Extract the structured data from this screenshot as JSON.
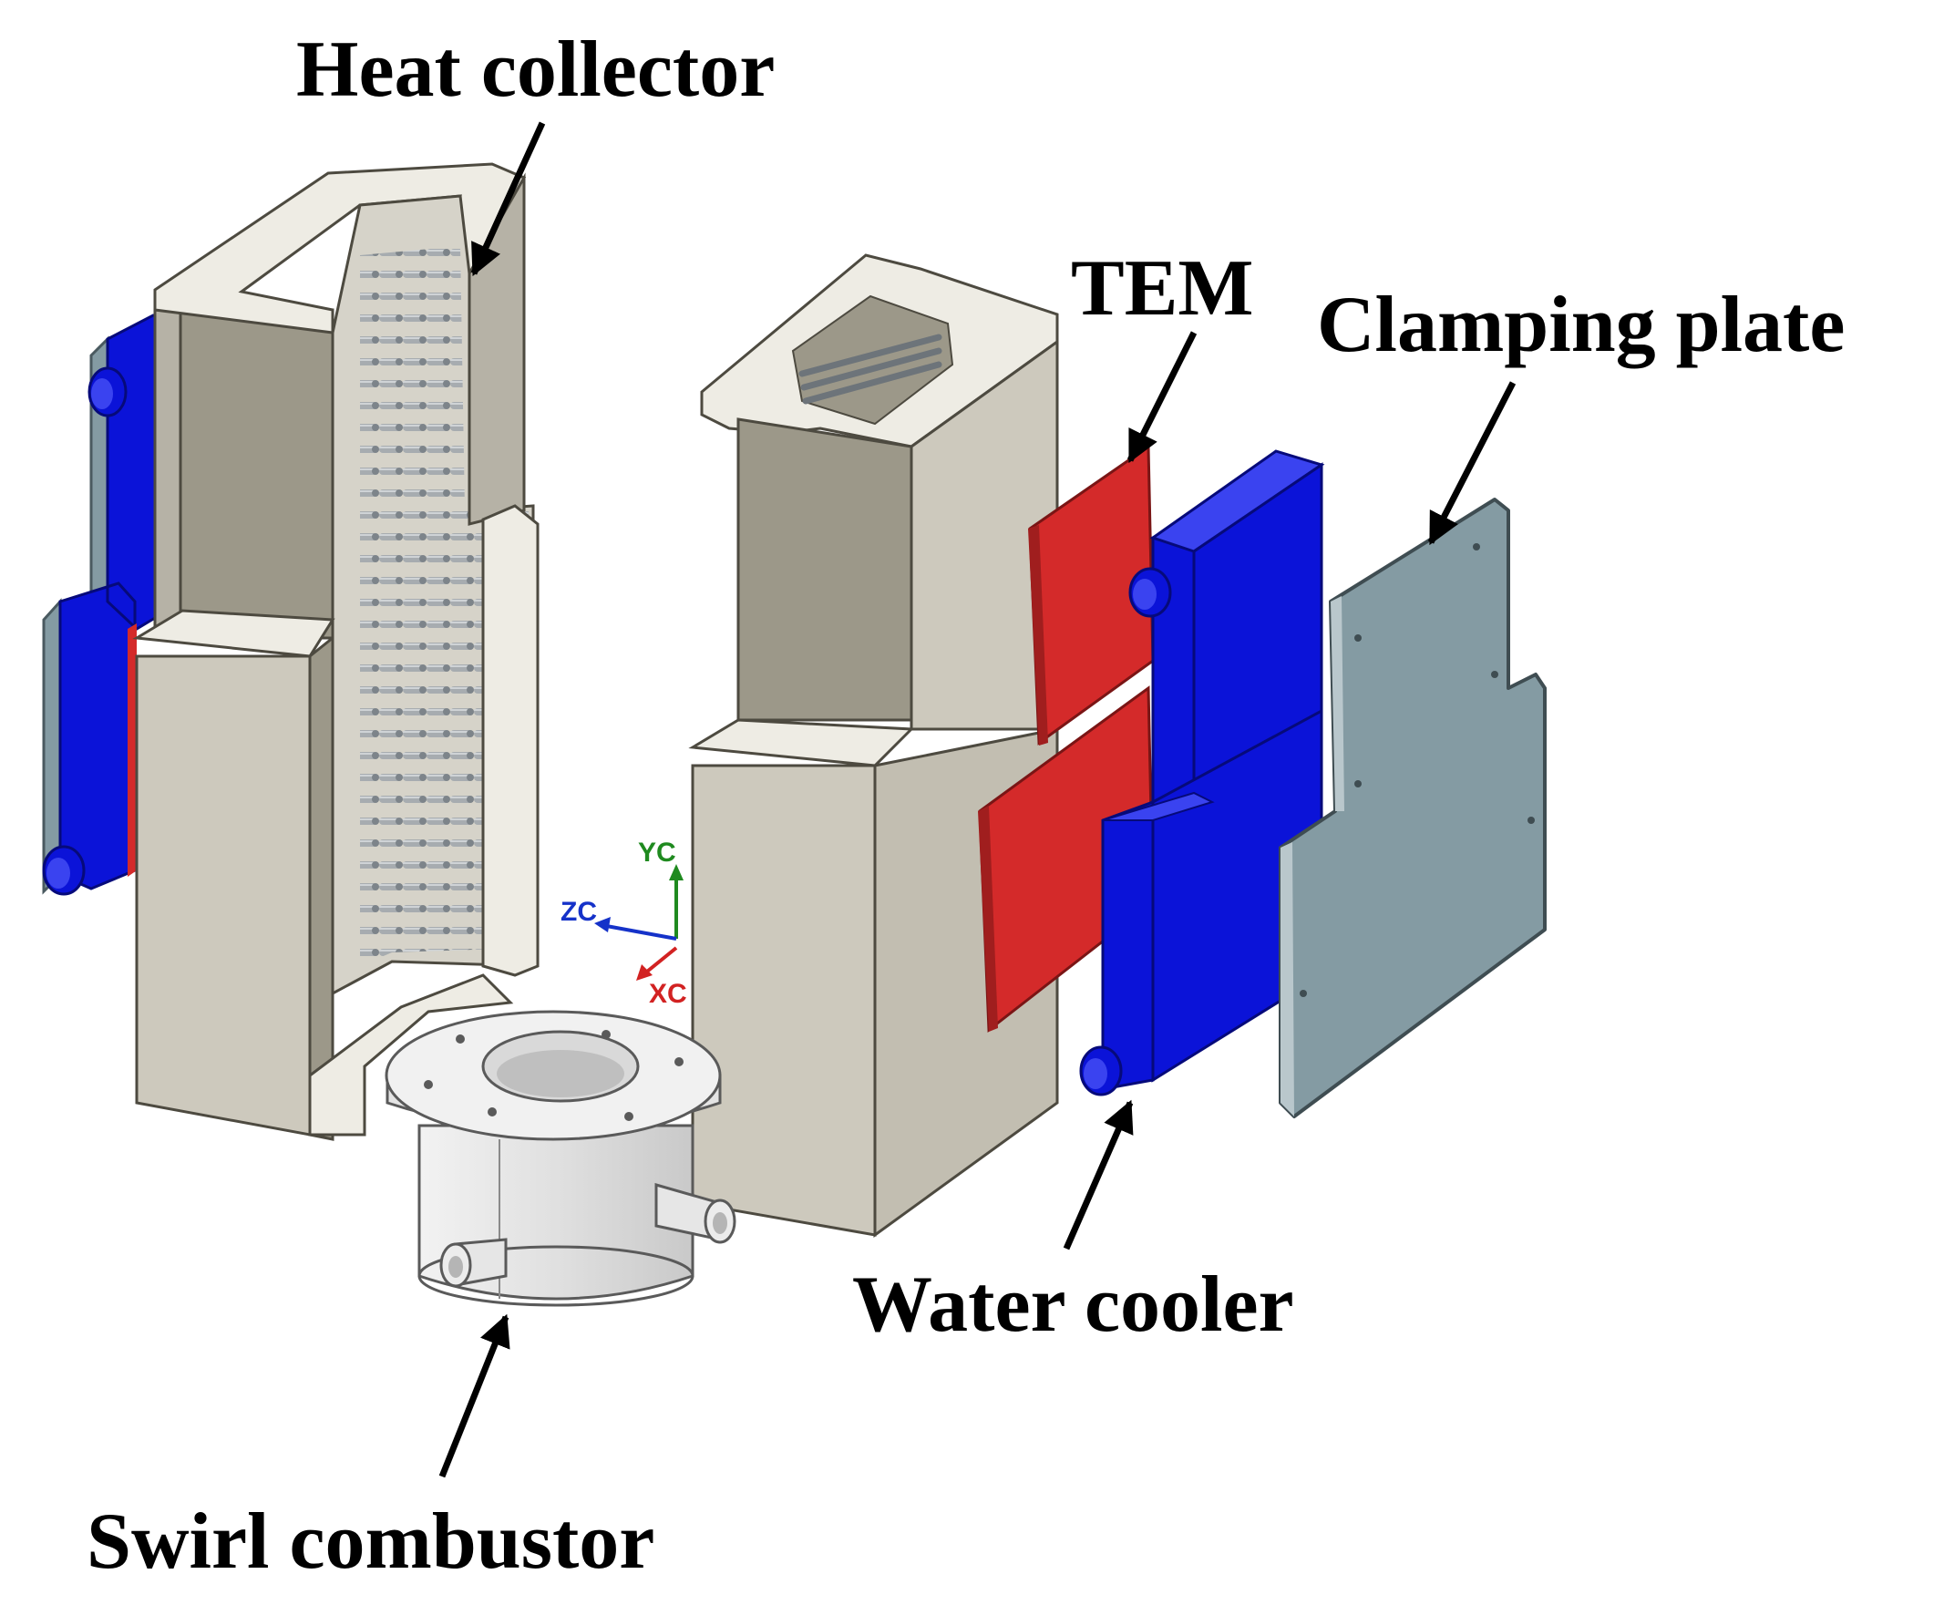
{
  "labels": {
    "heat_collector": "Heat collector",
    "tem": "TEM",
    "clamping_plate": "Clamping plate",
    "water_cooler": "Water cooler",
    "swirl_combustor": "Swirl combustor"
  },
  "axes": {
    "y": "YC",
    "z": "ZC",
    "x": "XC"
  },
  "colors": {
    "housing": "#cdc9bd",
    "housing_dark": "#9c9889",
    "housing_light": "#eeece4",
    "tem": "#d42a2a",
    "water_cooler": "#0b13d8",
    "clamping_plate": "#849ba3",
    "combustor": "#e2e2e2",
    "fins": "#a5aaae",
    "axis_y": "#1f8a1f",
    "axis_z": "#1532c9",
    "axis_x": "#d22222"
  }
}
